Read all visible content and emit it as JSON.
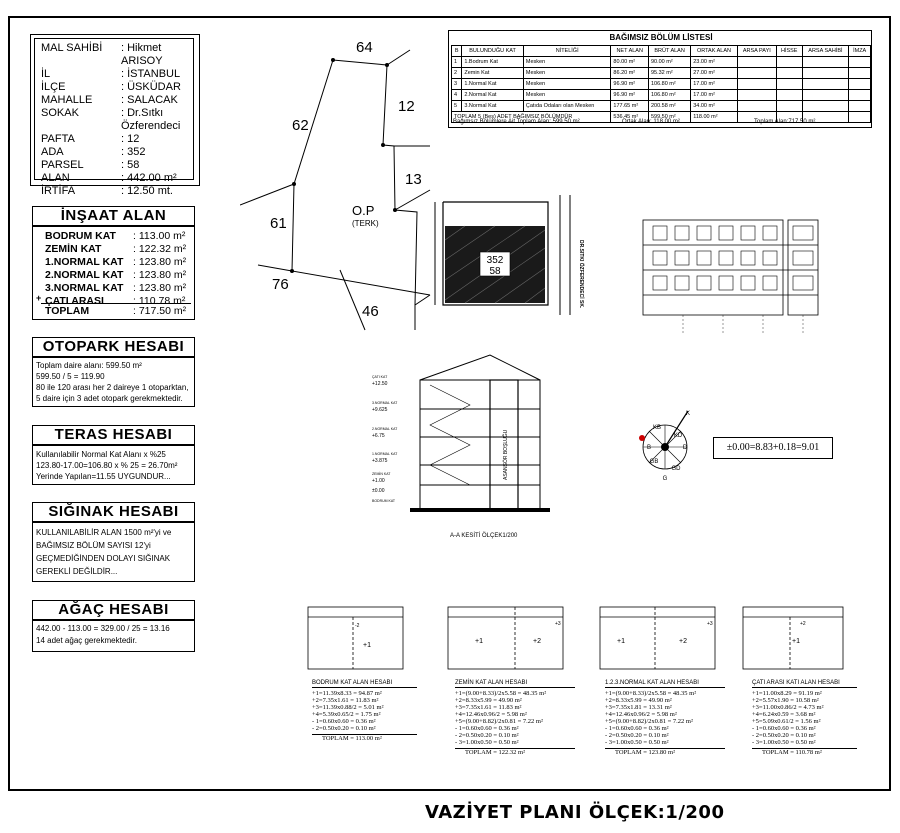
{
  "owner_info": {
    "rows": [
      {
        "label": "MAL SAHİBİ",
        "value": ": Hikmet ARISOY"
      },
      {
        "label": "İL",
        "value": ": İSTANBUL"
      },
      {
        "label": "İLÇE",
        "value": ": ÜSKÜDAR"
      },
      {
        "label": "MAHALLE",
        "value": ": SALACAK"
      },
      {
        "label": "SOKAK",
        "value": ": Dr.Sıtkı Özferendeci"
      },
      {
        "label": "PAFTA",
        "value": ": 12"
      },
      {
        "label": "ADA",
        "value": ": 352"
      },
      {
        "label": "PARSEL",
        "value": ": 58"
      },
      {
        "label": "ALAN",
        "value": ": 442.00 m²"
      },
      {
        "label": "İRTİFA",
        "value": ": 12.50 mt."
      }
    ]
  },
  "insaat": {
    "title": "İNŞAAT ALAN HESABI",
    "rows": [
      {
        "label": "BODRUM KAT",
        "value": ": 113.00 m²"
      },
      {
        "label": "ZEMİN KAT",
        "value": ": 122.32 m²"
      },
      {
        "label": "1.NORMAL KAT",
        "value": ": 123.80 m²"
      },
      {
        "label": "2.NORMAL KAT",
        "value": ": 123.80 m²"
      },
      {
        "label": "3.NORMAL KAT",
        "value": ": 123.80 m²"
      },
      {
        "label": "ÇATI ARASI",
        "value": ": 110.78 m²"
      }
    ],
    "plus": "+",
    "total_label": "TOPLAM",
    "total_value": ": 717.50 m²"
  },
  "otopark": {
    "title": "OTOPARK HESABI",
    "lines": [
      "Toplam daire alanı: 599.50 m²",
      "599.50 / 5 = 119.90",
      "80 ile 120 arası her 2 daireye 1 otoparktan,",
      "5 daire için 3 adet otopark gerekmektedir."
    ]
  },
  "teras": {
    "title": "TERAS HESABI",
    "lines": [
      "Kullanılabilir Normal Kat Alanı x %25",
      "123.80-17.00=106.80 x % 25 = 26.70m²",
      "Yerinde Yapılan=11.55 UYGUNDUR..."
    ]
  },
  "siginak": {
    "title": "SIĞINAK HESABI",
    "lines": [
      "KULLANILABİLİR ALAN 1500 m²'yi ve",
      "BAĞIMSIZ BÖLÜM SAYISI 12'yi",
      "GEÇMEDİĞİNDEN DOLAYI SIĞINAK",
      "GEREKLİ DEĞİLDİR..."
    ]
  },
  "agac": {
    "title": "AĞAÇ HESABI",
    "lines": [
      "442.00 - 113.00 = 329.00 / 25 = 13.16",
      "14 adet ağaç gerekmektedir."
    ]
  },
  "site_plan": {
    "neighbors": [
      "64",
      "12",
      "62",
      "13",
      "61",
      "76",
      "46"
    ],
    "op_label": "O.P",
    "terk_label": "(TERK)",
    "ada": "352",
    "parsel": "58",
    "street": "DR.SITKI ÖZFERENDECİ SK."
  },
  "bagimsiz": {
    "title": "BAĞIMSIZ BÖLÜM LİSTESİ",
    "headers": [
      "B",
      "BULUNDUĞU KAT",
      "NİTELİĞİ",
      "NET ALAN",
      "BRÜT ALAN",
      "ORTAK ALAN",
      "ARSA PAYI",
      "HİSSE",
      "ARSA SAHİBİ",
      "İMZA"
    ],
    "rows": [
      [
        "1",
        "1.Bodrum Kat",
        "Mesken",
        "80.00 m²",
        "90.00 m²",
        "23.00 m²",
        "",
        "",
        "",
        ""
      ],
      [
        "2",
        "Zemin Kat",
        "Mesken",
        "86.20 m²",
        "95.32 m²",
        "27.00 m²",
        "",
        "",
        "",
        ""
      ],
      [
        "3",
        "1.Normal Kat",
        "Mesken",
        "96.90 m²",
        "106.80 m²",
        "17.00 m²",
        "",
        "",
        "",
        ""
      ],
      [
        "4",
        "2.Normal Kat",
        "Mesken",
        "96.90 m²",
        "106.80 m²",
        "17.00 m²",
        "",
        "",
        "",
        ""
      ],
      [
        "5",
        "3.Normal Kat",
        "Çatıda Odaları olan Mesken",
        "177.65 m²",
        "200.58 m²",
        "34.00 m²",
        "",
        "",
        "",
        ""
      ]
    ],
    "total_label": "TOPLAM 5 (Beş) ADET BAĞIMSIZ BÖLÜMDÜR",
    "total_values": [
      "536.45 m²",
      "599.50 m²",
      "118.00 m²"
    ],
    "footer_left": "Bağımsız Bölümlere Ait Toplam Alan: 599.50 m²",
    "footer_mid": "Ortak Alan: 118.00 m²",
    "footer_right": "Toplam Alan:717.50 m²"
  },
  "section": {
    "caption": "A-A KESİTİ ÖLÇEK1/200",
    "shaft_label": "ASANSÖR BOŞLUĞU",
    "levels": [
      "+12.50",
      "+9.625",
      "+6.75",
      "+3.875",
      "+1.00",
      "±0.00"
    ],
    "floor_names": [
      "ÇATI KAT",
      "3.NORMAL KAT",
      "2.NORMAL KAT",
      "1.NORMAL KAT",
      "ZEMİN KAT",
      "BODRUM KAT"
    ]
  },
  "elevation_formula": "±0.00=8.83+0.18=9.01",
  "compass_labels": [
    "K",
    "KB",
    "KD",
    "B",
    "D",
    "GB",
    "GD",
    "G"
  ],
  "floor_calcs": [
    {
      "title": "BODRUM KAT ALAN HESABI",
      "lines": [
        "+1=11.39x8.33 = 94.87 m²",
        "+2=7.35x1.61 = 11.83 m²",
        "+3=11.39x0.88/2 = 5.01 m²",
        "+4=5.39x0.65/2 = 1.75 m²",
        "- 1=0.60x0.60 = 0.36 m²",
        "- 2=0.50x0.20 = 0.10 m²"
      ],
      "total": "TOPLAM      = 113.00 m²"
    },
    {
      "title": "ZEMİN KAT ALAN HESABI",
      "lines": [
        "+1=(9.00+8.33)/2x5.58 = 48.35 m²",
        "+2=8.33x5.99 = 49.90 m²",
        "+3=7.35x1.61 = 11.83 m²",
        "+4=12.46x0.96/2 = 5.98 m²",
        "+5=(9.00+8.82)/2x0.81 = 7.22 m²",
        "- 1=0.60x0.60 = 0.36 m²",
        "- 2=0.50x0.20 = 0.10 m²",
        "- 3=1.00x0.50 = 0.50 m²"
      ],
      "total": "TOPLAM      = 122.32 m²"
    },
    {
      "title": "1.2.3.NORMAL KAT ALAN HESABI",
      "lines": [
        "+1=(9.00+8.33)/2x5.58 = 48.35 m²",
        "+2=8.33x5.99 = 49.90 m²",
        "+3=7.35x1.81 = 13.31 m²",
        "+4=12.46x0.96/2 = 5.98 m²",
        "+5=(9.00+8.82)/2x0.81 = 7.22 m²",
        "- 1=0.60x0.60 = 0.36 m²",
        "- 2=0.50x0.20 = 0.10 m²",
        "- 3=1.00x0.50 = 0.50 m²"
      ],
      "total": "TOPLAM      = 123.80 m²"
    },
    {
      "title": "ÇATI ARASI KATI ALAN HESABI",
      "lines": [
        "+1=11.00x8.29 = 91.19 m²",
        "+2=5.57x1.90 = 10.58 m²",
        "+3=11.00x0.86/2 = 4.73 m²",
        "+4=6.24x0.59 = 3.68 m²",
        "+5=5.09x0.61/2 = 1.56 m²",
        "- 1=0.60x0.60 = 0.36 m²",
        "- 2=0.50x0.20 = 0.10 m²",
        "- 3=1.00x0.50 = 0.50 m²"
      ],
      "total": "TOPLAM      = 110.78 m²"
    }
  ],
  "main_title": "VAZİYET PLANI   ÖLÇEK:1/200"
}
